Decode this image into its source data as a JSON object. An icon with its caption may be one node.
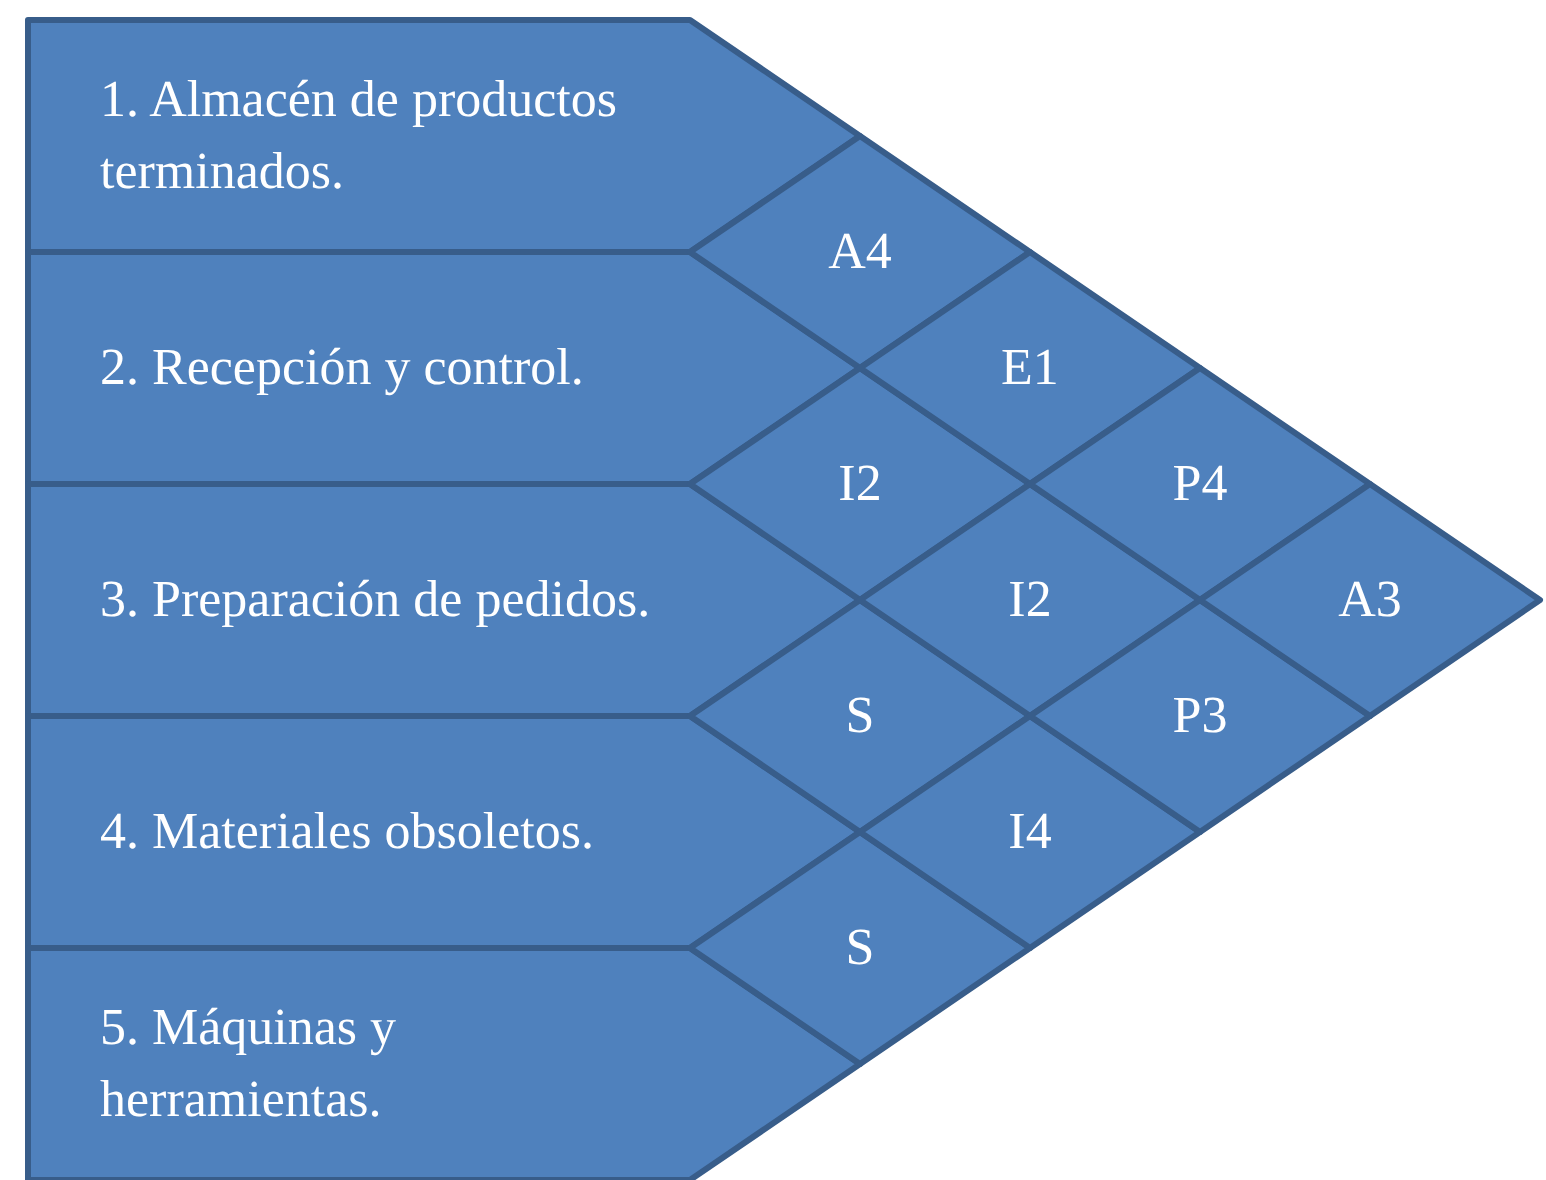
{
  "diagram": {
    "nodes": [
      {
        "text": [
          "1. Almacén de productos terminados."
        ]
      },
      {
        "text": [
          "2. Recepción y control."
        ]
      },
      {
        "text": [
          "3. Preparación de pedidos."
        ]
      },
      {
        "text": [
          "4. Materiales obsoletos."
        ]
      },
      {
        "text": [
          "5. Máquinas y herramientas."
        ]
      },
      {
        "text": [
          "A4"
        ]
      },
      {
        "text": [
          "I2"
        ]
      },
      {
        "text": [
          "S"
        ]
      },
      {
        "text": [
          "S"
        ]
      },
      {
        "text": [
          "E1"
        ]
      },
      {
        "text": [
          "I2"
        ]
      },
      {
        "text": [
          "I4"
        ]
      },
      {
        "text": [
          "P4"
        ]
      },
      {
        "text": [
          "P3"
        ]
      },
      {
        "text": [
          "A3"
        ]
      }
    ]
  }
}
